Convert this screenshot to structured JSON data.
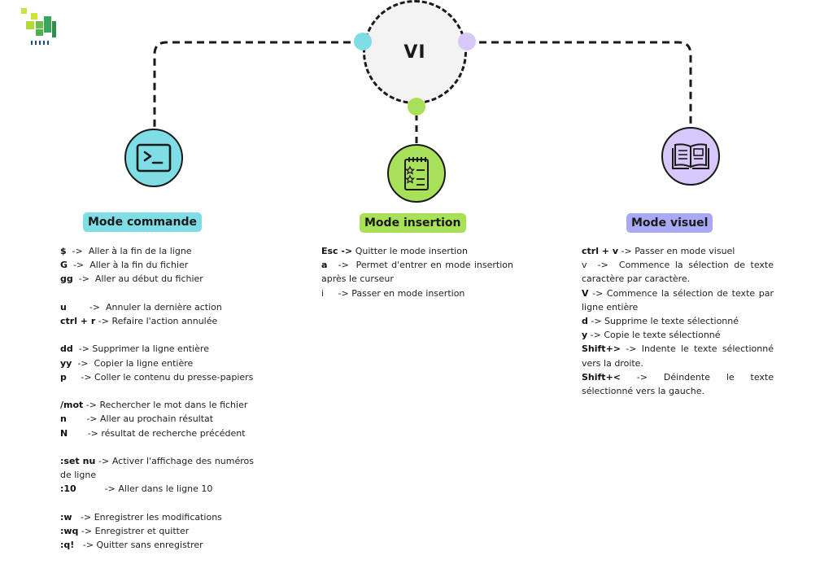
{
  "diagram": {
    "title": "VI",
    "colors": {
      "commande": "#7fdde6",
      "insertion": "#a9e05a",
      "visuel": "#a9a9f5",
      "visuel_icon": "#d8c8fa",
      "hub": "#f3f3f3",
      "line": "#1a1a1a"
    },
    "modes": {
      "commande": {
        "title": "Mode commande",
        "icon": "terminal-icon",
        "items": [
          {
            "key": "$",
            "desc": "  ->  Aller à la fin de la ligne"
          },
          {
            "key": "G",
            "desc": "  ->  Aller à la fin du fichier"
          },
          {
            "key": "gg",
            "desc": "  ->  Aller au début du fichier"
          },
          {
            "gap": true
          },
          {
            "key": "u",
            "desc": "        ->  Annuler la dernière action"
          },
          {
            "key": "ctrl + r",
            "desc": " -> Refaire l'action annulée"
          },
          {
            "gap": true
          },
          {
            "key": "dd",
            "desc": "  -> Supprimer la ligne entière"
          },
          {
            "key": "yy",
            "desc": "  ->  Copier la ligne entière"
          },
          {
            "key": "p",
            "desc": "     -> Coller le contenu du presse-papiers"
          },
          {
            "gap": true
          },
          {
            "key": "/mot",
            "desc": " -> Rechercher le mot dans le fichier"
          },
          {
            "key": "n",
            "desc": "       -> Aller au prochain résultat"
          },
          {
            "key": "N",
            "desc": "       -> résultat de recherche précédent"
          },
          {
            "gap": true
          },
          {
            "key": ":set nu",
            "desc": " -> Activer l'affichage des numéros de ligne"
          },
          {
            "key": ":10",
            "desc": "          -> Aller dans le ligne 10"
          },
          {
            "gap": true
          },
          {
            "key": ":w",
            "desc": "   -> Enregistrer les modifications"
          },
          {
            "key": ":wq",
            "desc": " -> Enregistrer et quitter"
          },
          {
            "key": ":q!",
            "desc": "   -> Quitter sans enregistrer"
          }
        ]
      },
      "insertion": {
        "title": "Mode insertion",
        "icon": "notepad-icon",
        "items": [
          {
            "key": "Esc ->",
            "desc": " Quitter le mode insertion"
          },
          {
            "key": "a",
            "desc": "   ->  Permet d'entrer en mode insertion après le curseur"
          },
          {
            "key": "",
            "desc": "i     -> Passer en mode insertion"
          }
        ]
      },
      "visuel": {
        "title": "Mode visuel",
        "icon": "book-icon",
        "items": [
          {
            "key": "ctrl + v",
            "desc": " -> Passer en mode visuel"
          },
          {
            "key": "",
            "desc": "v  ->  Commence la sélection de texte caractère par caractère."
          },
          {
            "key": "V",
            "desc": " -> Commence la sélection de texte par ligne entière"
          },
          {
            "key": "d",
            "desc": " -> Supprime le texte sélectionné"
          },
          {
            "key": "y",
            "desc": " -> Copie le texte sélectionné"
          },
          {
            "key": "Shift+>",
            "desc": " -> Indente le texte sélectionné vers la droite."
          },
          {
            "key": "Shift+<",
            "desc": " -> Déindente le texte sélectionné vers la gauche."
          }
        ]
      }
    }
  }
}
